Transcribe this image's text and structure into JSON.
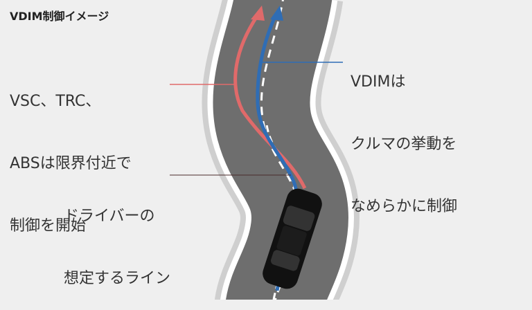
{
  "title": "VDIM制御イメージ",
  "labels": {
    "vsc": [
      "VSC、TRC、",
      "ABSは限界付近で",
      "制御を開始"
    ],
    "vdim": [
      "VDIMは",
      "クルマの挙動を",
      "なめらかに制御"
    ],
    "driver": [
      "ドライバーの",
      "想定するライン"
    ]
  },
  "colors": {
    "background": "#efefef",
    "road": "#6e6e6e",
    "red_line": "#e06a6a",
    "blue_line": "#2f6db5",
    "driver_line": "#4a2a2a"
  }
}
